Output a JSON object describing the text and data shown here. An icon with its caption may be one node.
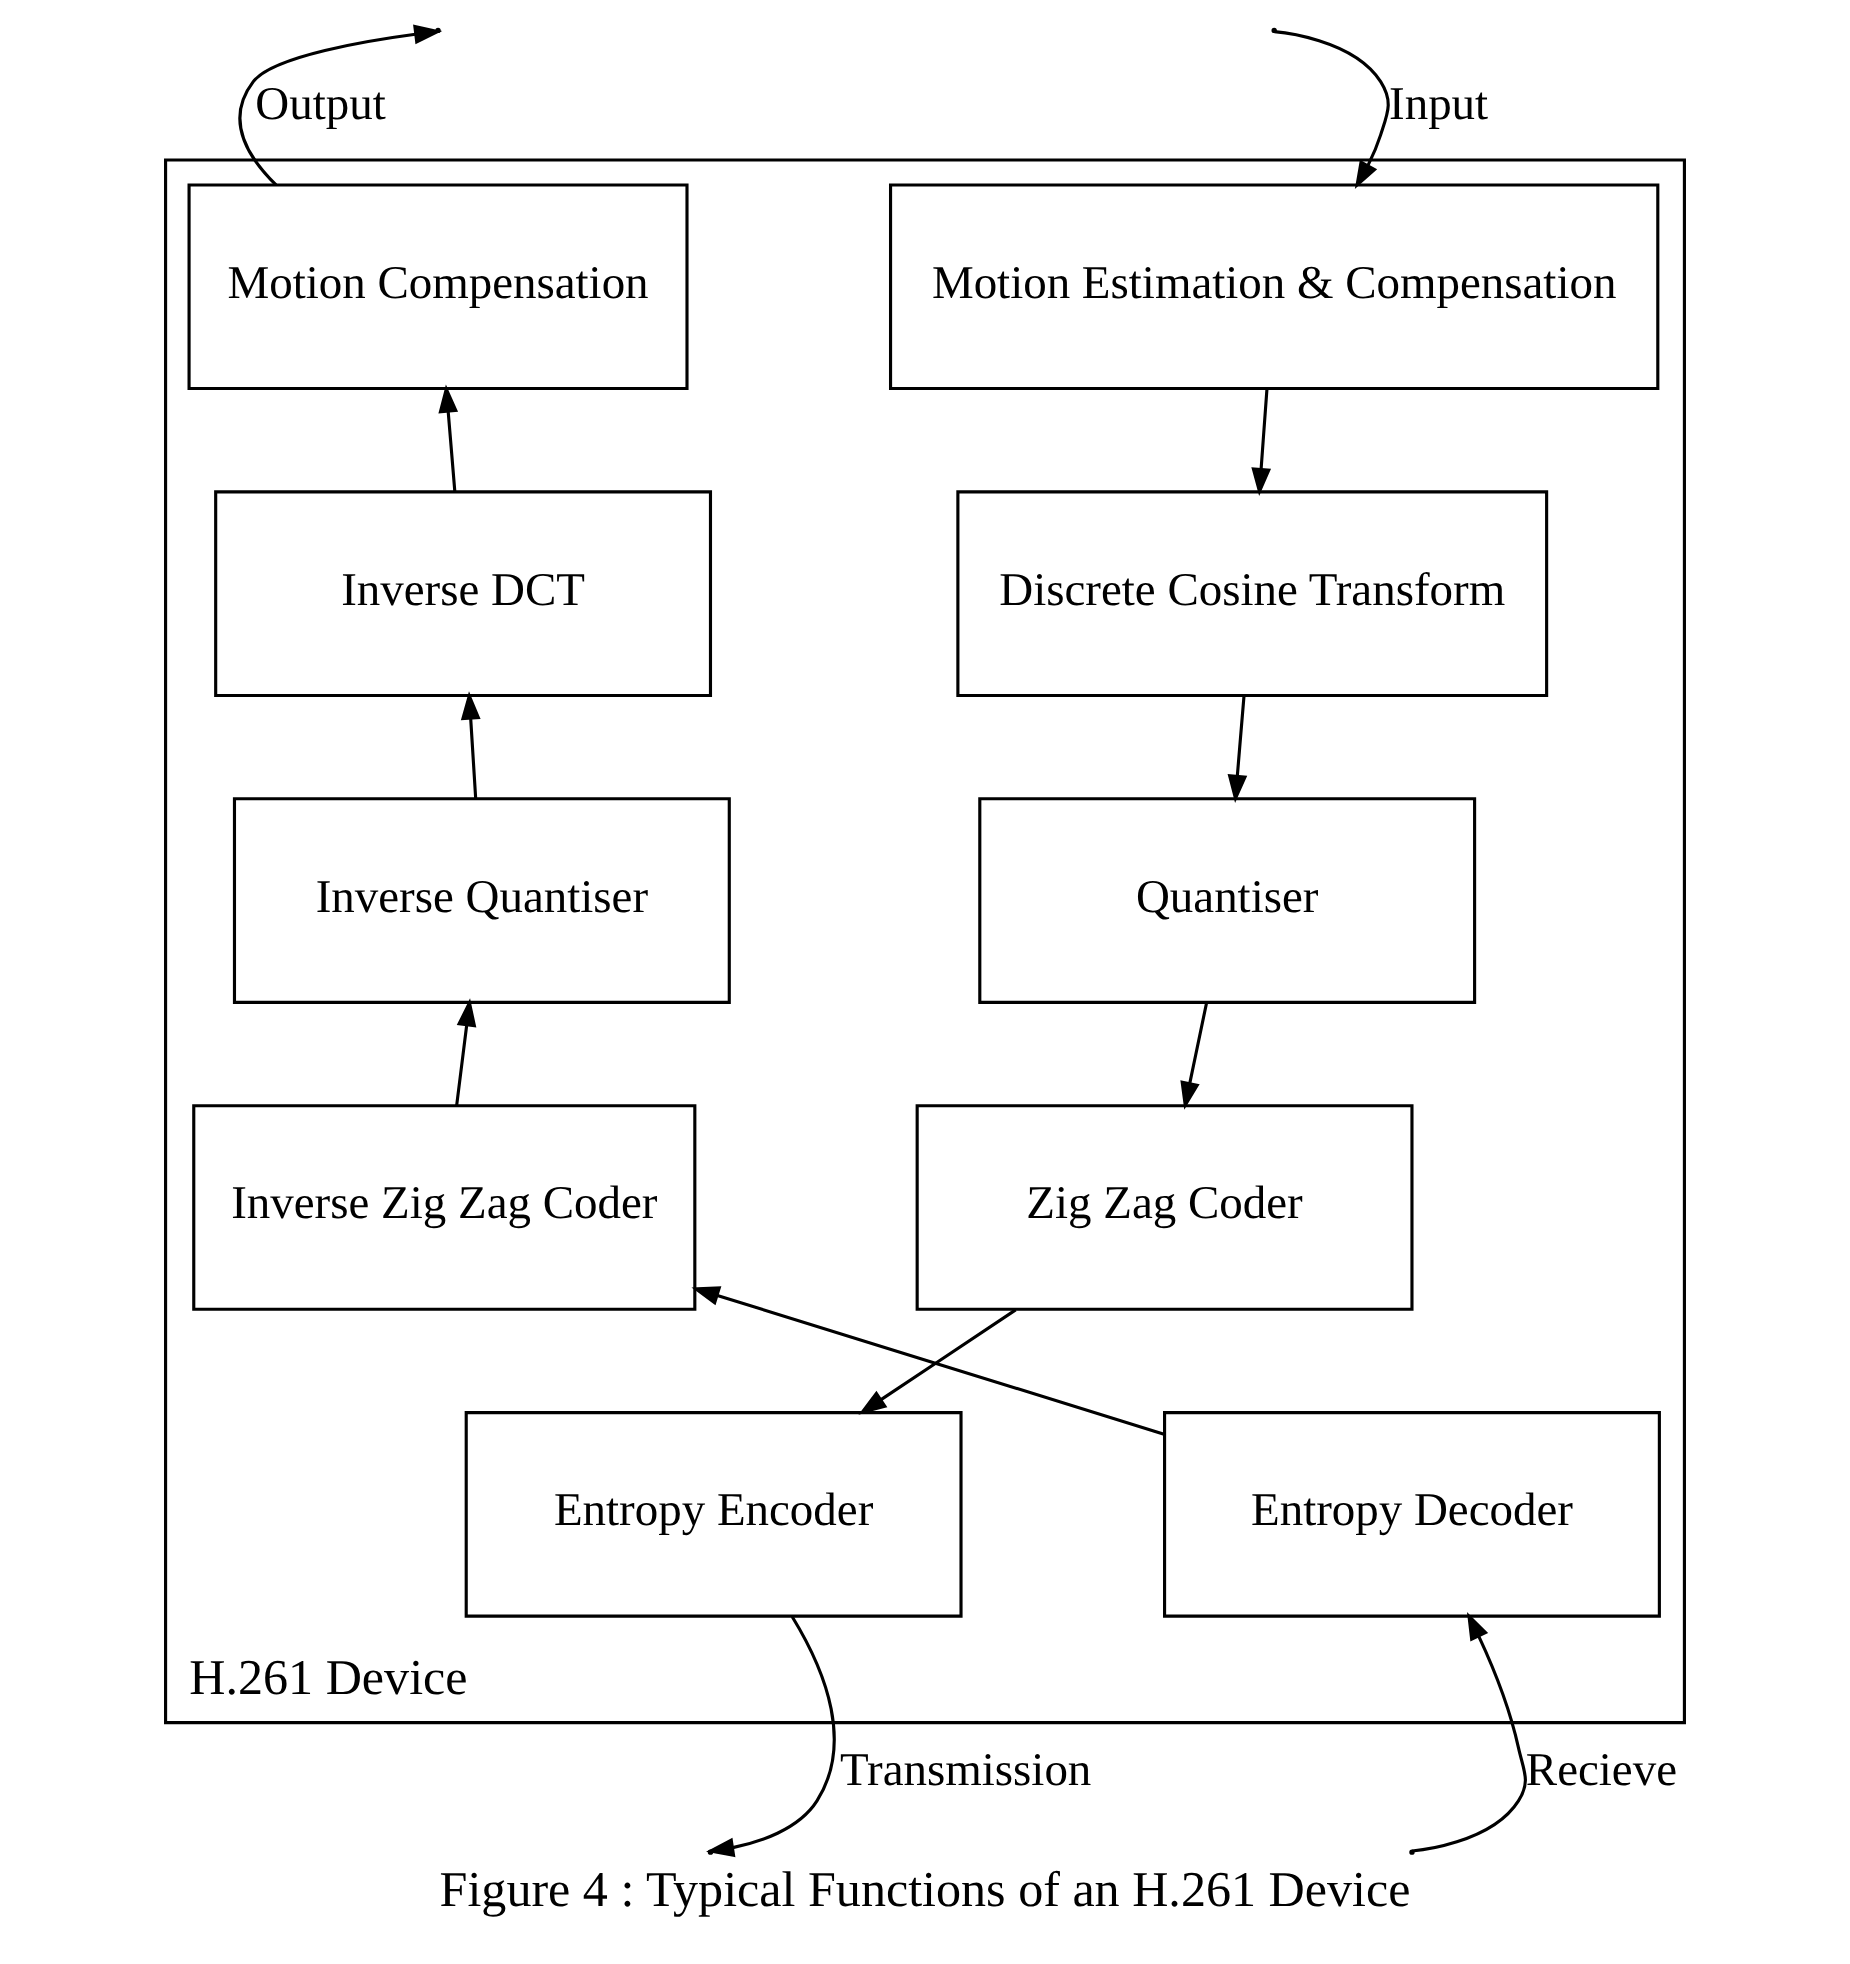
{
  "diagram": {
    "caption": "Figure 4 : Typical Functions of an H.261 Device",
    "nodes": [
      {
        "text": [
          "H.261 Device"
        ]
      },
      {
        "text": [
          "Motion Estimation & Compensation"
        ],
        "in": 0
      },
      {
        "text": [
          "Discrete Cosine Transform"
        ],
        "in": 0
      },
      {
        "text": [
          "Quantiser"
        ],
        "in": 0
      },
      {
        "text": [
          "Zig Zag Coder"
        ],
        "in": 0
      },
      {
        "text": [
          "Entropy Encoder"
        ],
        "in": 0
      },
      {
        "text": [
          "Motion Compensation"
        ],
        "in": 0
      },
      {
        "text": [
          "Inverse DCT"
        ],
        "in": 0
      },
      {
        "text": [
          "Inverse Quantiser"
        ],
        "in": 0
      },
      {
        "text": [
          "Inverse Zig Zag Coder"
        ],
        "in": 0
      },
      {
        "text": [
          "Entropy Decoder"
        ],
        "in": 0
      }
    ],
    "edges": [
      {
        "from": null,
        "to": 1,
        "arrow": "to",
        "label": "Input"
      },
      {
        "from": 1,
        "to": 2,
        "arrow": "to"
      },
      {
        "from": 2,
        "to": 3,
        "arrow": "to"
      },
      {
        "from": 3,
        "to": 4,
        "arrow": "to"
      },
      {
        "from": 4,
        "to": 5,
        "arrow": "to"
      },
      {
        "from": 5,
        "to": null,
        "arrow": "to",
        "label": "Transmission"
      },
      {
        "from": null,
        "to": 10,
        "arrow": "to",
        "label": "Recieve"
      },
      {
        "from": 10,
        "to": 9,
        "arrow": "to"
      },
      {
        "from": 9,
        "to": 8,
        "arrow": "to"
      },
      {
        "from": 8,
        "to": 7,
        "arrow": "to"
      },
      {
        "from": 7,
        "to": 6,
        "arrow": "to"
      },
      {
        "from": 6,
        "to": null,
        "arrow": "to",
        "label": "Output"
      }
    ]
  }
}
